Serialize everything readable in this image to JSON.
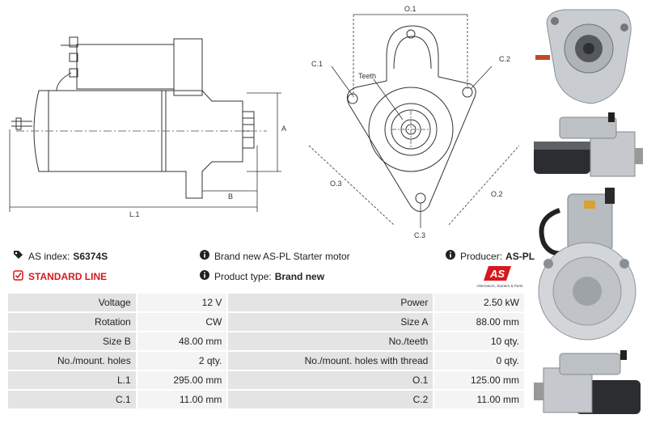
{
  "drawing": {
    "label_o1": "O.1",
    "label_c1": "C.1",
    "label_c2": "C.2",
    "label_c3": "C.3",
    "label_teeth": "Teeth",
    "label_o2": "O.2",
    "label_o3": "O.3",
    "label_a": "A",
    "label_b": "B",
    "label_l1": "L.1"
  },
  "info": {
    "as_index_label": "AS index:",
    "as_index_value": "S6374S",
    "description": "Brand new AS-PL Starter motor",
    "producer_label": "Producer:",
    "producer_value": "AS-PL",
    "standard_line": "STANDARD LINE",
    "product_type_label": "Product type:",
    "product_type_value": "Brand new"
  },
  "logo": {
    "mark": "AS",
    "tagline": "Alternators, Starters & Parts",
    "accent": "#d6181f"
  },
  "specs": [
    {
      "l1": "Voltage",
      "v1": "12 V",
      "l2": "Power",
      "v2": "2.50 kW"
    },
    {
      "l1": "Rotation",
      "v1": "CW",
      "l2": "Size A",
      "v2": "88.00 mm"
    },
    {
      "l1": "Size B",
      "v1": "48.00 mm",
      "l2": "No./teeth",
      "v2": "10 qty."
    },
    {
      "l1": "No./mount. holes",
      "v1": "2 qty.",
      "l2": "No./mount. holes with thread",
      "v2": "0 qty."
    },
    {
      "l1": "L.1",
      "v1": "295.00 mm",
      "l2": "O.1",
      "v2": "125.00 mm"
    },
    {
      "l1": "C.1",
      "v1": "11.00 mm",
      "l2": "C.2",
      "v2": "11.00 mm"
    }
  ],
  "colors": {
    "accent_red": "#d6181f",
    "label_cell": "#e4e4e4",
    "value_cell": "#f4f4f4"
  }
}
